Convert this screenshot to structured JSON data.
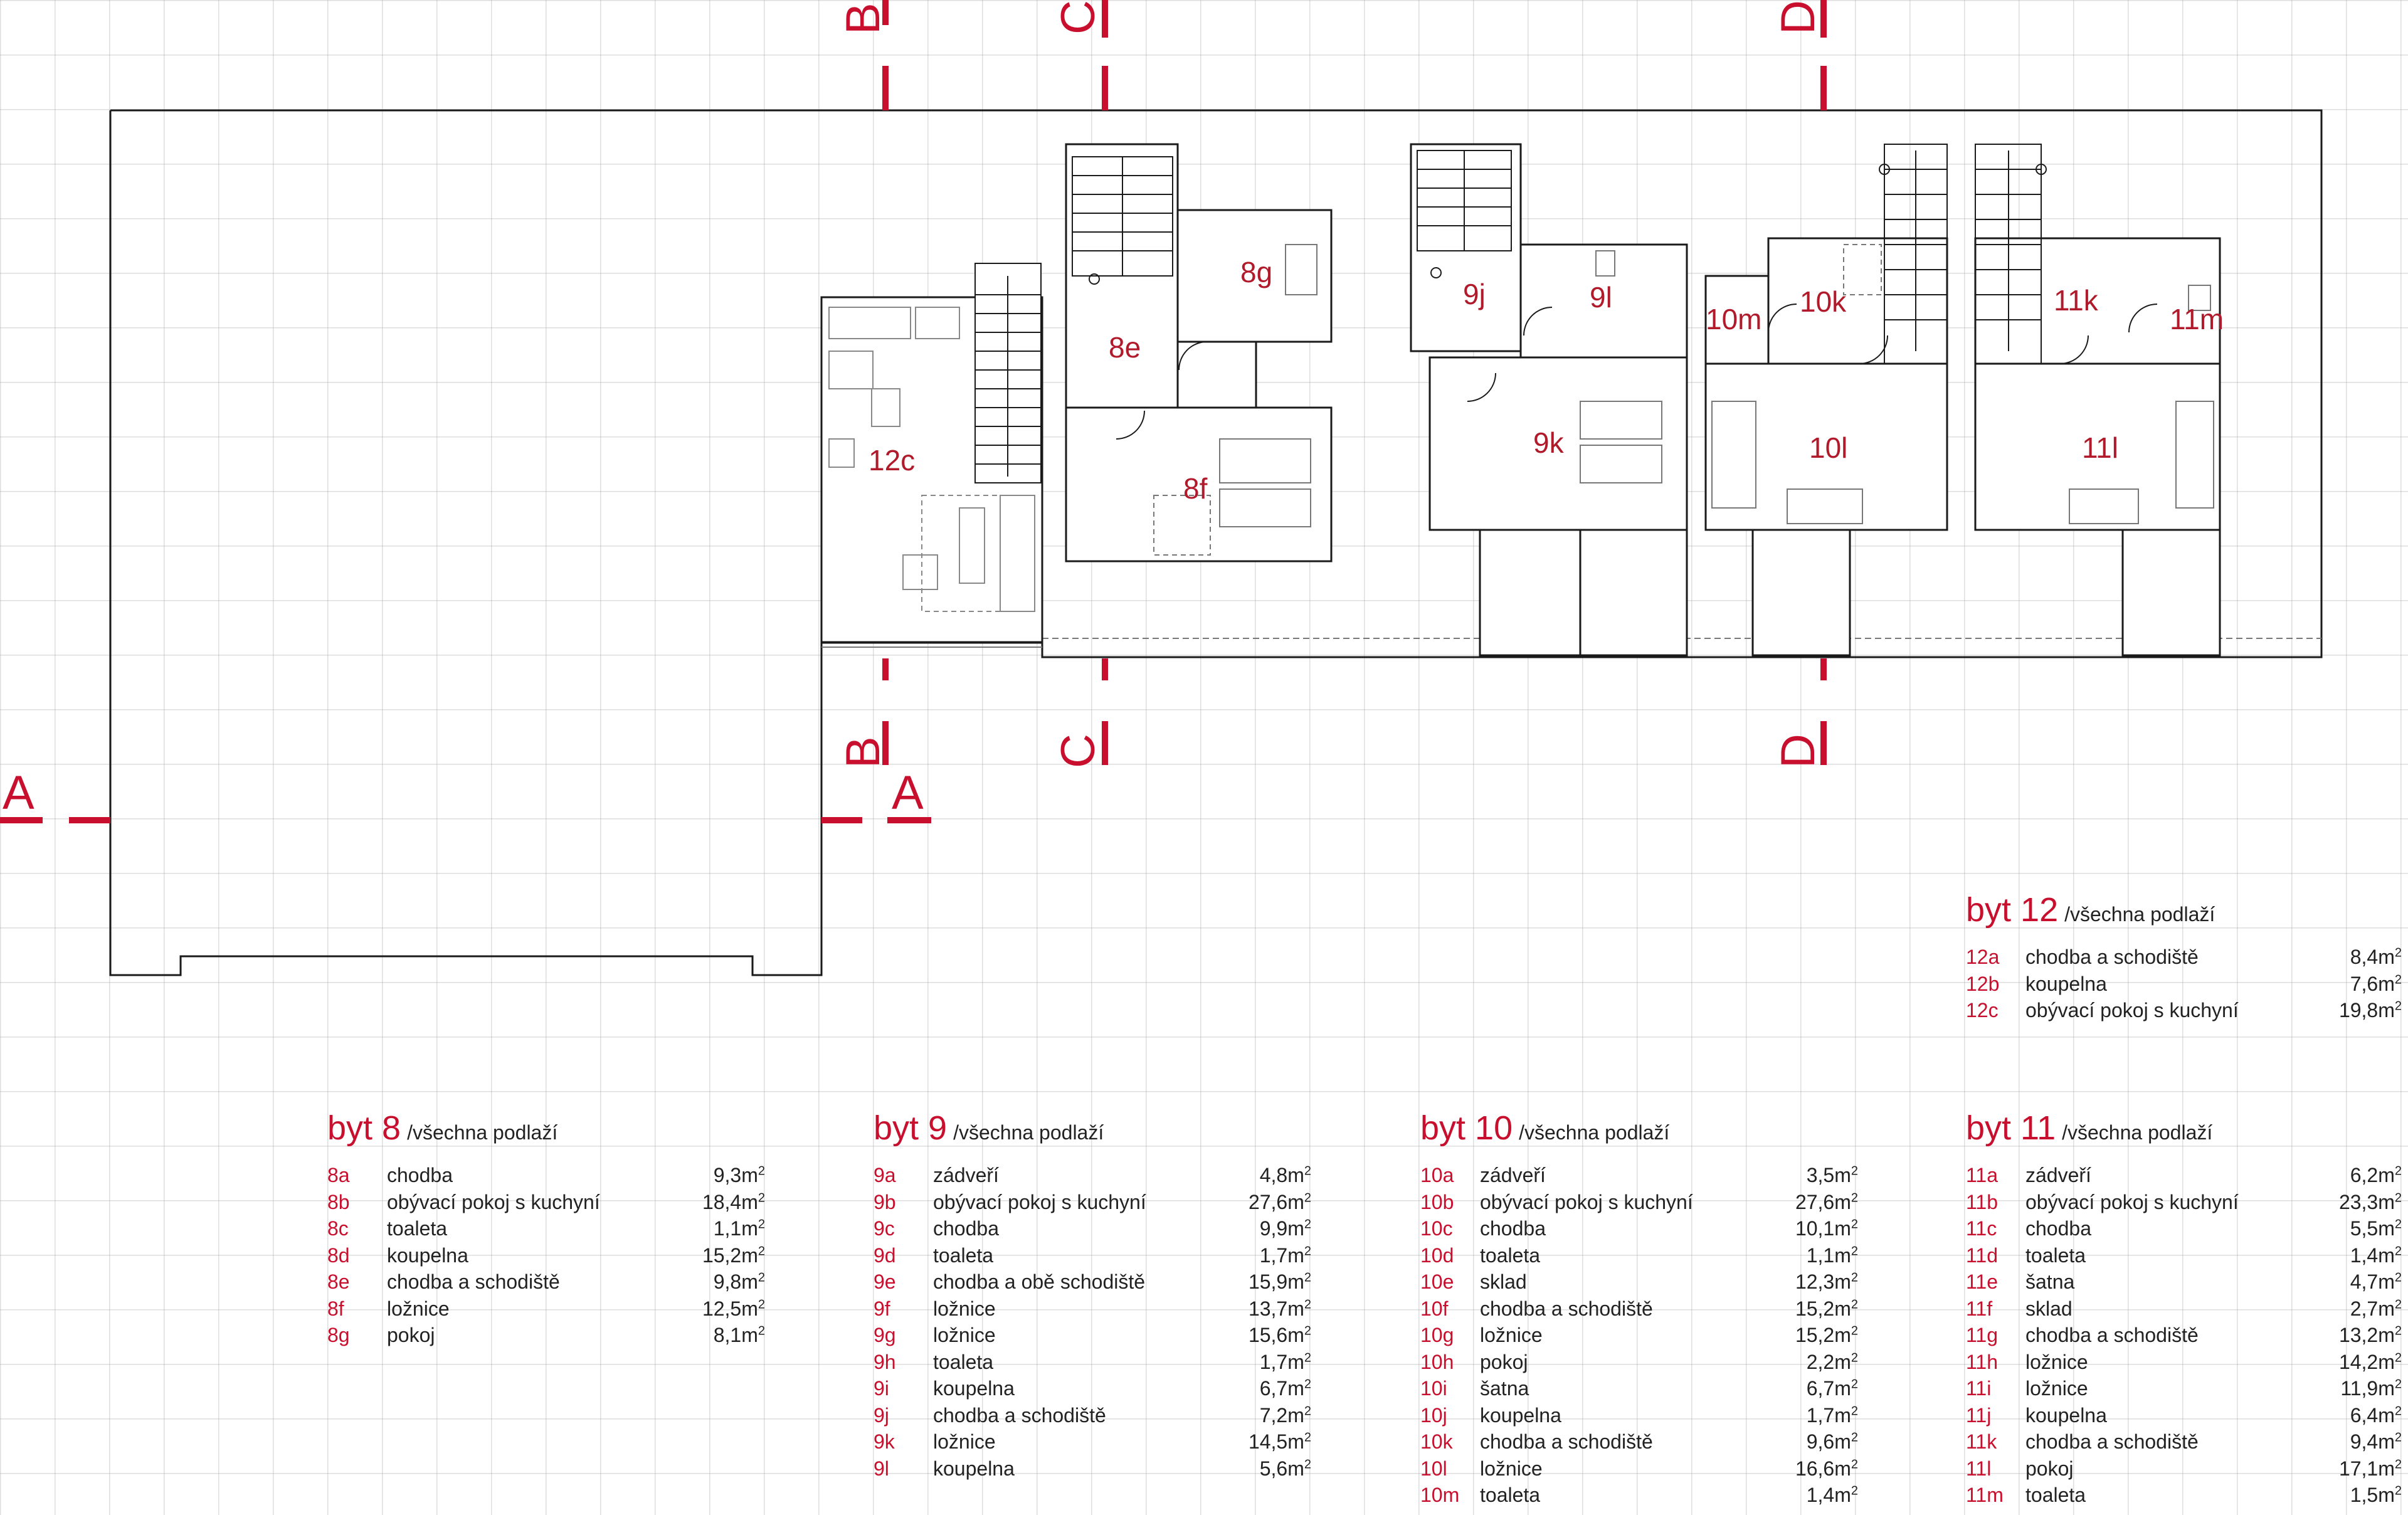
{
  "plan": {
    "section_markers": [
      "A",
      "A",
      "B",
      "B",
      "C",
      "C",
      "D",
      "D"
    ],
    "rooms": [
      {
        "code": "8e"
      },
      {
        "code": "8f"
      },
      {
        "code": "8g"
      },
      {
        "code": "9j"
      },
      {
        "code": "9l"
      },
      {
        "code": "9k"
      },
      {
        "code": "10m"
      },
      {
        "code": "10k"
      },
      {
        "code": "10l"
      },
      {
        "code": "11k"
      },
      {
        "code": "11m"
      },
      {
        "code": "11l"
      },
      {
        "code": "12c"
      }
    ],
    "colors": {
      "accent": "#c8102e",
      "line": "#1a1a1a",
      "grid": "#a0a0a0"
    }
  },
  "tables": [
    {
      "title": "byt 12",
      "subtitle": "/všechna podlaží",
      "rows": [
        {
          "code": "12a",
          "name": "chodba a schodiště",
          "area": "8,4m"
        },
        {
          "code": "12b",
          "name": "koupelna",
          "area": "7,6m"
        },
        {
          "code": "12c",
          "name": "obývací pokoj s kuchyní",
          "area": "19,8m"
        }
      ]
    },
    {
      "title": "byt 8",
      "subtitle": "/všechna podlaží",
      "rows": [
        {
          "code": "8a",
          "name": "chodba",
          "area": "9,3m"
        },
        {
          "code": "8b",
          "name": "obývací pokoj s kuchyní",
          "area": "18,4m"
        },
        {
          "code": "8c",
          "name": "toaleta",
          "area": "1,1m"
        },
        {
          "code": "8d",
          "name": "koupelna",
          "area": "15,2m"
        },
        {
          "code": "8e",
          "name": "chodba a schodiště",
          "area": "9,8m"
        },
        {
          "code": "8f",
          "name": "ložnice",
          "area": "12,5m"
        },
        {
          "code": "8g",
          "name": "pokoj",
          "area": "8,1m"
        }
      ]
    },
    {
      "title": "byt 9",
      "subtitle": "/všechna podlaží",
      "rows": [
        {
          "code": "9a",
          "name": "zádveří",
          "area": "4,8m"
        },
        {
          "code": "9b",
          "name": "obývací pokoj s kuchyní",
          "area": "27,6m"
        },
        {
          "code": "9c",
          "name": "chodba",
          "area": "9,9m"
        },
        {
          "code": "9d",
          "name": "toaleta",
          "area": "1,7m"
        },
        {
          "code": "9e",
          "name": "chodba a obě schodiště",
          "area": "15,9m"
        },
        {
          "code": "9f",
          "name": "ložnice",
          "area": "13,7m"
        },
        {
          "code": "9g",
          "name": "ložnice",
          "area": "15,6m"
        },
        {
          "code": "9h",
          "name": "toaleta",
          "area": "1,7m"
        },
        {
          "code": "9i",
          "name": "koupelna",
          "area": "6,7m"
        },
        {
          "code": "9j",
          "name": "chodba a schodiště",
          "area": "7,2m"
        },
        {
          "code": "9k",
          "name": "ložnice",
          "area": "14,5m"
        },
        {
          "code": "9l",
          "name": "koupelna",
          "area": "5,6m"
        }
      ]
    },
    {
      "title": "byt 10",
      "subtitle": "/všechna podlaží",
      "rows": [
        {
          "code": "10a",
          "name": "zádveří",
          "area": "3,5m"
        },
        {
          "code": "10b",
          "name": "obývací pokoj s kuchyní",
          "area": "27,6m"
        },
        {
          "code": "10c",
          "name": "chodba",
          "area": "10,1m"
        },
        {
          "code": "10d",
          "name": "toaleta",
          "area": "1,1m"
        },
        {
          "code": "10e",
          "name": "sklad",
          "area": "12,3m"
        },
        {
          "code": "10f",
          "name": "chodba a schodiště",
          "area": "15,2m"
        },
        {
          "code": "10g",
          "name": "ložnice",
          "area": "15,2m"
        },
        {
          "code": "10h",
          "name": "pokoj",
          "area": "2,2m"
        },
        {
          "code": "10i",
          "name": "šatna",
          "area": "6,7m"
        },
        {
          "code": "10j",
          "name": "koupelna",
          "area": "1,7m"
        },
        {
          "code": "10k",
          "name": "chodba a schodiště",
          "area": "9,6m"
        },
        {
          "code": "10l",
          "name": "ložnice",
          "area": "16,6m"
        },
        {
          "code": "10m",
          "name": "toaleta",
          "area": "1,4m"
        }
      ]
    },
    {
      "title": "byt 11",
      "subtitle": "/všechna podlaží",
      "rows": [
        {
          "code": "11a",
          "name": "zádveří",
          "area": "6,2m"
        },
        {
          "code": "11b",
          "name": "obývací pokoj s kuchyní",
          "area": "23,3m"
        },
        {
          "code": "11c",
          "name": "chodba",
          "area": "5,5m"
        },
        {
          "code": "11d",
          "name": "toaleta",
          "area": "1,4m"
        },
        {
          "code": "11e",
          "name": "šatna",
          "area": "4,7m"
        },
        {
          "code": "11f",
          "name": "sklad",
          "area": "2,7m"
        },
        {
          "code": "11g",
          "name": "chodba a schodiště",
          "area": "13,2m"
        },
        {
          "code": "11h",
          "name": "ložnice",
          "area": "14,2m"
        },
        {
          "code": "11i",
          "name": "ložnice",
          "area": "11,9m"
        },
        {
          "code": "11j",
          "name": "koupelna",
          "area": "6,4m"
        },
        {
          "code": "11k",
          "name": "chodba a schodiště",
          "area": "9,4m"
        },
        {
          "code": "11l",
          "name": "pokoj",
          "area": "17,1m"
        },
        {
          "code": "11m",
          "name": "toaleta",
          "area": "1,5m"
        }
      ]
    }
  ]
}
